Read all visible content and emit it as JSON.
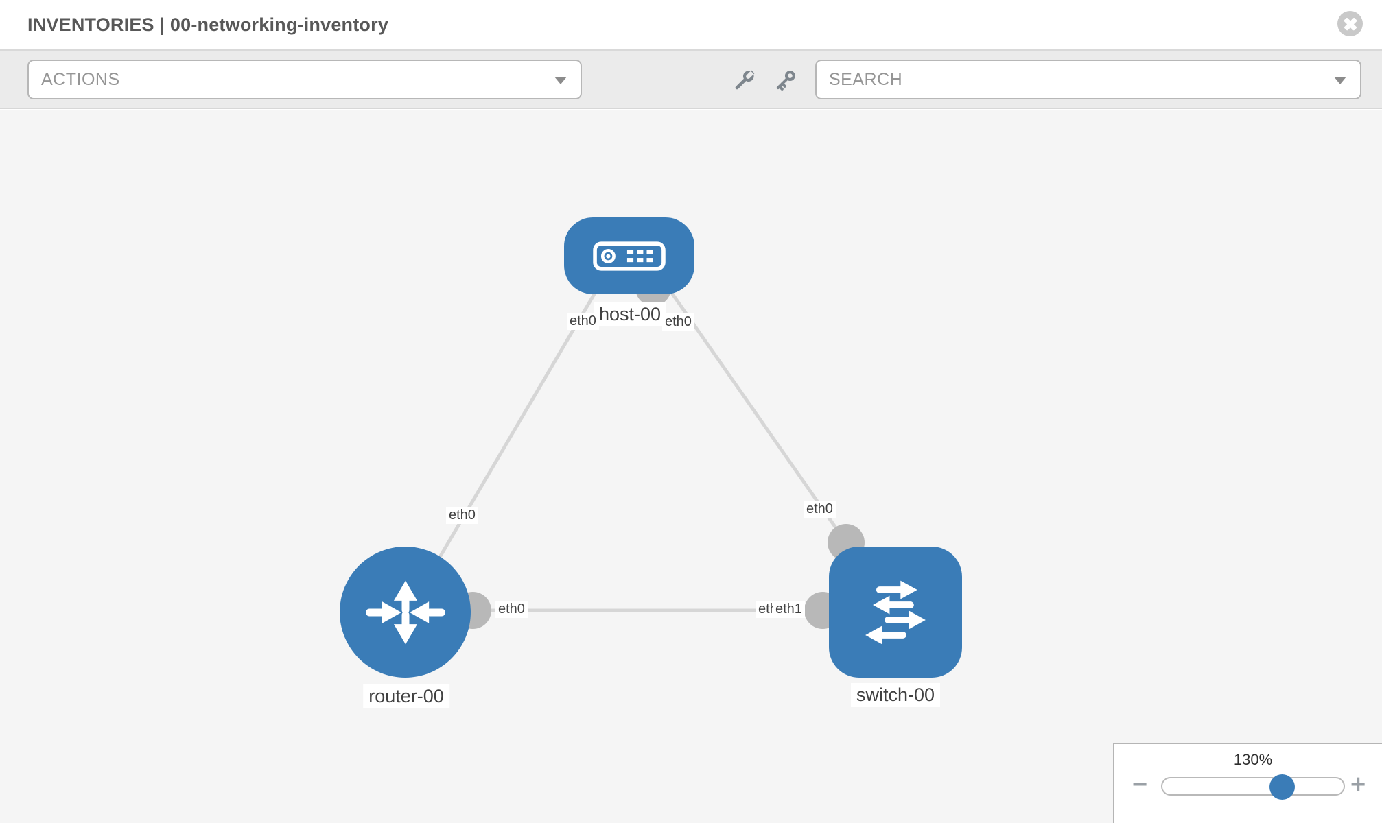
{
  "header": {
    "title": "INVENTORIES | 00-networking-inventory",
    "close_icon": "circle-x-icon"
  },
  "toolbar": {
    "actions_select": {
      "placeholder": "ACTIONS"
    },
    "icons": [
      {
        "name": "wrench-icon"
      },
      {
        "name": "key-icon"
      }
    ],
    "search_select": {
      "placeholder": "SEARCH"
    }
  },
  "canvas": {
    "nodes": [
      {
        "id": "host-00",
        "type": "host",
        "label": "host-00",
        "icon": "host-icon"
      },
      {
        "id": "router-00",
        "type": "router",
        "label": "router-00",
        "icon": "router-icon"
      },
      {
        "id": "switch-00",
        "type": "switch",
        "label": "switch-00",
        "icon": "switch-icon"
      }
    ],
    "links": [
      {
        "from": "host-00",
        "from_label": "eth0",
        "to": "router-00",
        "to_label": "eth0"
      },
      {
        "from": "host-00",
        "from_label": "eth0",
        "to": "switch-00",
        "to_label": "eth0"
      },
      {
        "from": "router-00",
        "from_label": "eth0",
        "to": "switch-00",
        "to_label": "eth1",
        "overlapped_label": "eth0"
      }
    ]
  },
  "zoom_control": {
    "value": "130%",
    "minus_label": "−",
    "plus_label": "+"
  },
  "colors": {
    "node_blue": "#3a7cb7",
    "link_gray": "#d6d6d6",
    "port_gray": "#b8b8b8",
    "canvas_bg": "#f5f5f5",
    "toolbar_bg": "#ebebeb"
  }
}
